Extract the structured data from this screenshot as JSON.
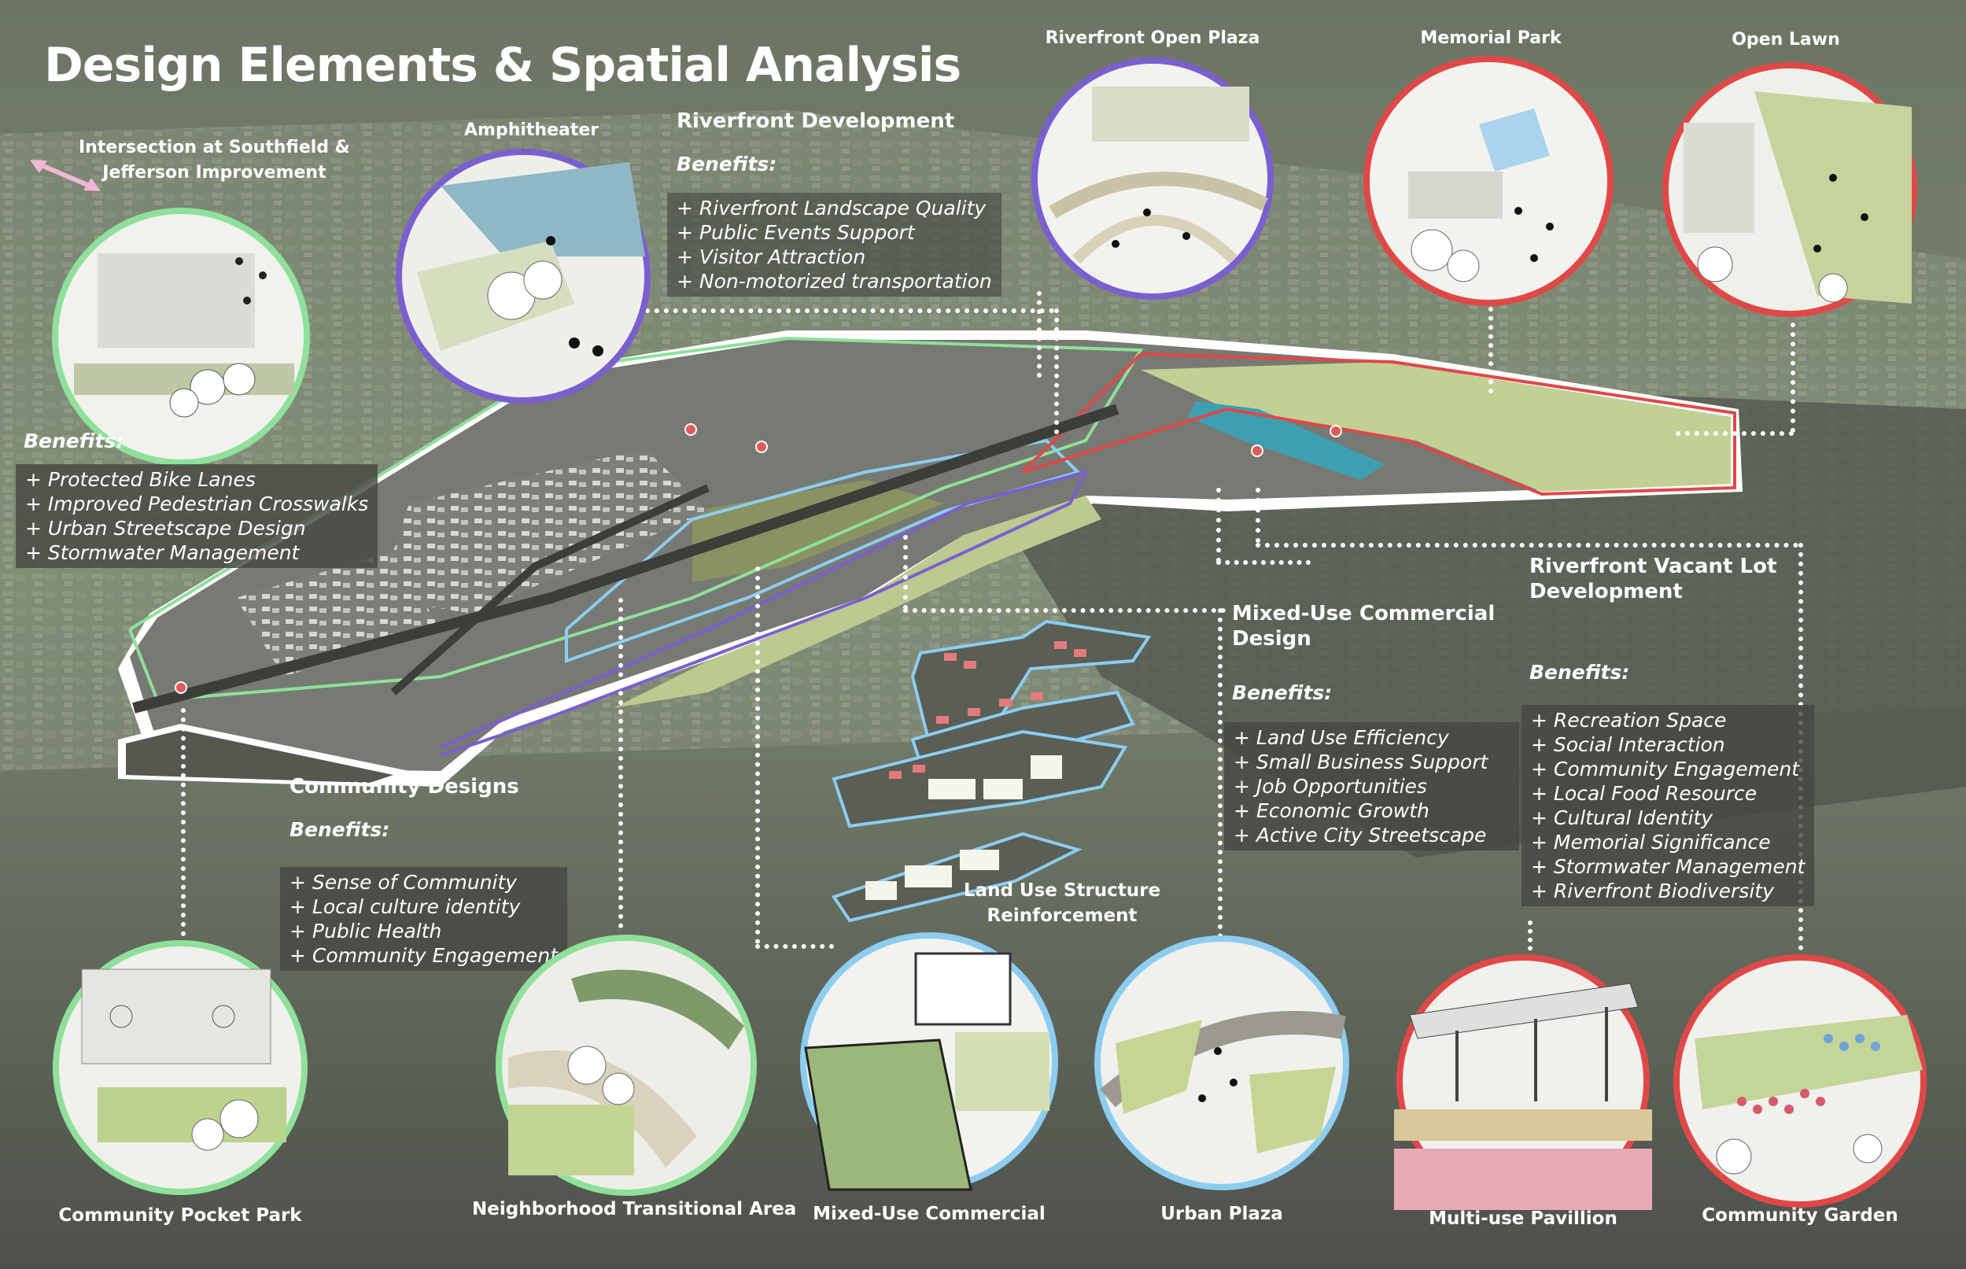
{
  "title": "Design Elements & Spatial Analysis",
  "colors": {
    "green": "#8fe09a",
    "purple": "#7b5fcf",
    "blue": "#8ccdf0",
    "red": "#e04848",
    "background": "#5f655b"
  },
  "intersection": {
    "label_line1": "Intersection at Southfield &",
    "label_line2": "Jefferson Improvement",
    "benefits_label": "Benefits:",
    "benefits": [
      "+ Protected Bike Lanes",
      "+ Improved Pedestrian Crosswalks",
      "+ Urban Streetscape Design",
      "+ Stormwater Management"
    ]
  },
  "amphitheater": {
    "label": "Amphitheater"
  },
  "riverfront_development": {
    "heading": "Riverfront Development",
    "benefits_label": "Benefits:",
    "benefits": [
      "+ Riverfront Landscape Quality",
      "+ Public Events Support",
      "+ Visitor Attraction",
      "+ Non-motorized transportation"
    ]
  },
  "top_circles": {
    "riverfront_open_plaza": "Riverfront Open Plaza",
    "memorial_park": "Memorial Park",
    "open_lawn": "Open Lawn"
  },
  "community_designs": {
    "heading": "Community Designs",
    "benefits_label": "Benefits:",
    "benefits": [
      "+ Sense of Community",
      "+ Local culture identity",
      "+ Public Health",
      "+ Community Engagement"
    ]
  },
  "mixed_use": {
    "heading_line1": "Mixed-Use Commercial",
    "heading_line2": "Design",
    "benefits_label": "Benefits:",
    "benefits": [
      "+ Land Use Efficiency",
      "+ Small Business Support",
      "+  Job Opportunities",
      "+ Economic Growth",
      "+ Active City Streetscape"
    ]
  },
  "vacant_lot": {
    "heading_line1": "Riverfront Vacant Lot",
    "heading_line2": "Development",
    "benefits_label": "Benefits:",
    "benefits": [
      "+ Recreation Space",
      "+ Social Interaction",
      "+ Community Engagement",
      "+ Local Food Resource",
      "+ Cultural Identity",
      "+ Memorial Significance",
      "+ Stormwater Management",
      "+ Riverfront Biodiversity"
    ]
  },
  "land_use": {
    "label_line1": "Land Use Structure",
    "label_line2": "Reinforcement"
  },
  "bottom_circles": {
    "pocket_park": "Community Pocket Park",
    "transitional": "Neighborhood Transitional Area",
    "mixed_use_commercial": "Mixed-Use Commercial",
    "urban_plaza": "Urban Plaza",
    "pavillion": "Multi-use Pavillion",
    "garden": "Community Garden"
  }
}
